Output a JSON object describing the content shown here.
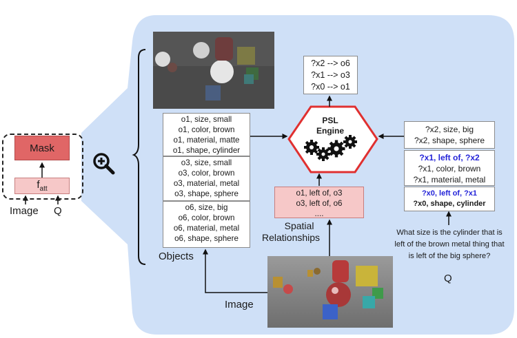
{
  "module": {
    "mask_label": "Mask",
    "fatt_label": "f",
    "fatt_sub": "att",
    "inputs": [
      "Image",
      "Q"
    ]
  },
  "zoom_icon": "zoom-in-icon",
  "objects": {
    "label": "Objects",
    "groups": [
      [
        "o1, size, small",
        "o1, color, brown",
        "o1, material, matte",
        "o1, shape, cylinder"
      ],
      [
        "o3, size, small",
        "o3, color, brown",
        "o3, material, metal",
        "o3, shape, sphere"
      ],
      [
        "o6, size, big",
        "o6, color, brown",
        "o6, material, metal",
        "o6, shape, sphere"
      ]
    ]
  },
  "output": [
    "?x2 --> o6",
    "?x1 --> o3",
    "?x0 --> o1"
  ],
  "engine": {
    "line1": "PSL",
    "line2": "Engine",
    "icon": "gears-icon"
  },
  "query": {
    "group1": [
      "?x2, size, big",
      "?x2, shape, sphere"
    ],
    "group2": [
      "?x1, left of, ?x2",
      "?x1, color, brown",
      "?x1, material, metal"
    ],
    "group3": [
      "?x0, left of, ?x1",
      "?x0, shape, cylinder"
    ]
  },
  "spatial": {
    "lines": [
      "o1, left of, o3",
      "o3, left of, o6",
      "...."
    ],
    "label_line1": "Spatial",
    "label_line2": "Relationships"
  },
  "question": {
    "lines": [
      "What size is the cylinder that is",
      "left of the brown metal thing that",
      "is left of the big sphere?"
    ],
    "label": "Q"
  },
  "image_label": "Image",
  "colors": {
    "panel": "#cfe0f7",
    "mask": "#e06666",
    "fatt": "#f6c8c8",
    "engine_border": "#e03030",
    "query_blue": "#2323d8"
  }
}
